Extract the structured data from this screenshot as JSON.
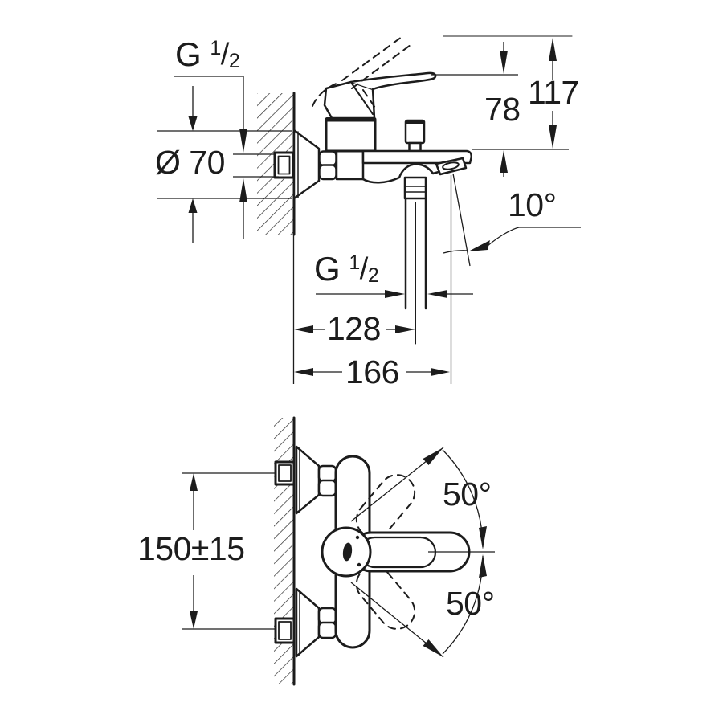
{
  "meta": {
    "drawing_type": "bath mixer tap installation dimension drawing",
    "line_color": "#1c1c1c",
    "background_color": "#ffffff"
  },
  "side_view": {
    "labels": {
      "inlet_thread": {
        "base": "G",
        "num": "1",
        "slash": "/",
        "den": "2"
      },
      "escutcheon_diameter": "Ø 70",
      "spout_height": "78",
      "total_height": "117",
      "spout_angle": "10°",
      "shower_thread": {
        "base": "G",
        "num": "1",
        "slash": "/",
        "den": "2"
      },
      "wall_to_shower_outlet": "128",
      "wall_to_spout_tip": "166"
    }
  },
  "front_view": {
    "labels": {
      "inlet_spacing": "150±15",
      "lever_swing_up": "50°",
      "lever_swing_down": "50°"
    }
  }
}
